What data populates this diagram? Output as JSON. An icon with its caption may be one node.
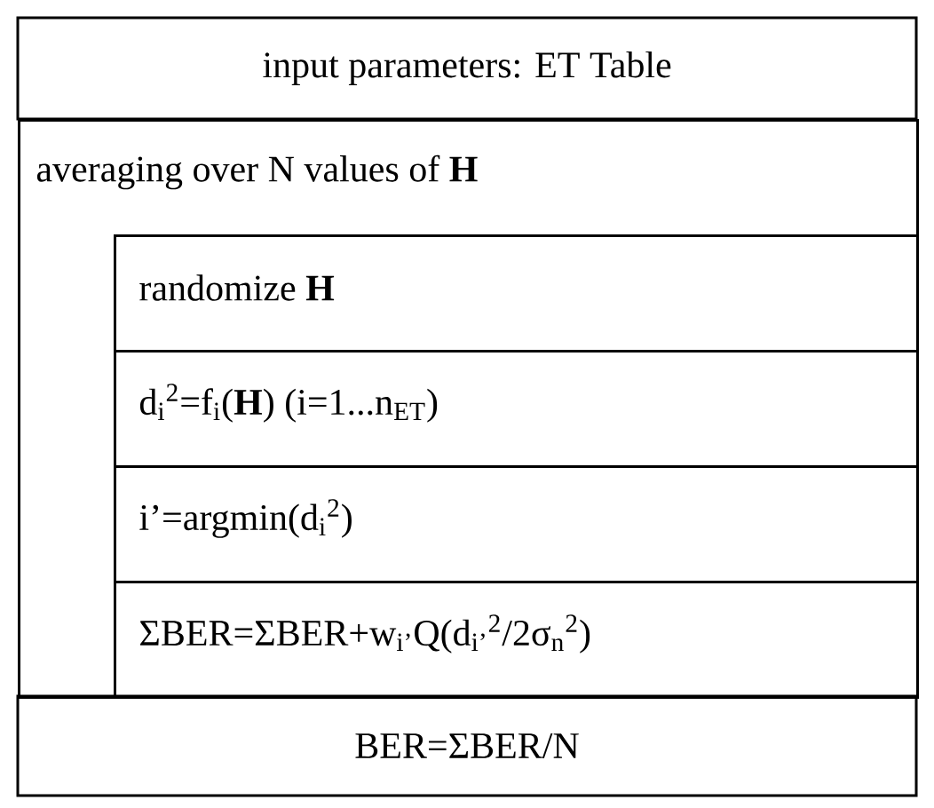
{
  "diagram": {
    "nodes": [
      {
        "text": [
          "input parameters: ET Table"
        ]
      },
      {
        "text": [
          "averaging over N values of **H**"
        ]
      },
      {
        "text": [
          "randomize **H**"
        ],
        "in": 1
      },
      {
        "text": [
          "d$_{i}$$^{2}$=f$_{i}$(**H**)      (i=1...n$_{ET}$)"
        ],
        "in": 1
      },
      {
        "text": [
          "i’=argmin(d$_{i}$$^{2}$)"
        ],
        "in": 1
      },
      {
        "text": [
          "ΣBER=ΣBER+w$_{i’}$Q(d$_{i’}$$^{2}$/2σ$_{n}$$^{2}$)"
        ],
        "in": 1
      },
      {
        "text": [
          "BER=ΣBER/N"
        ]
      }
    ]
  }
}
